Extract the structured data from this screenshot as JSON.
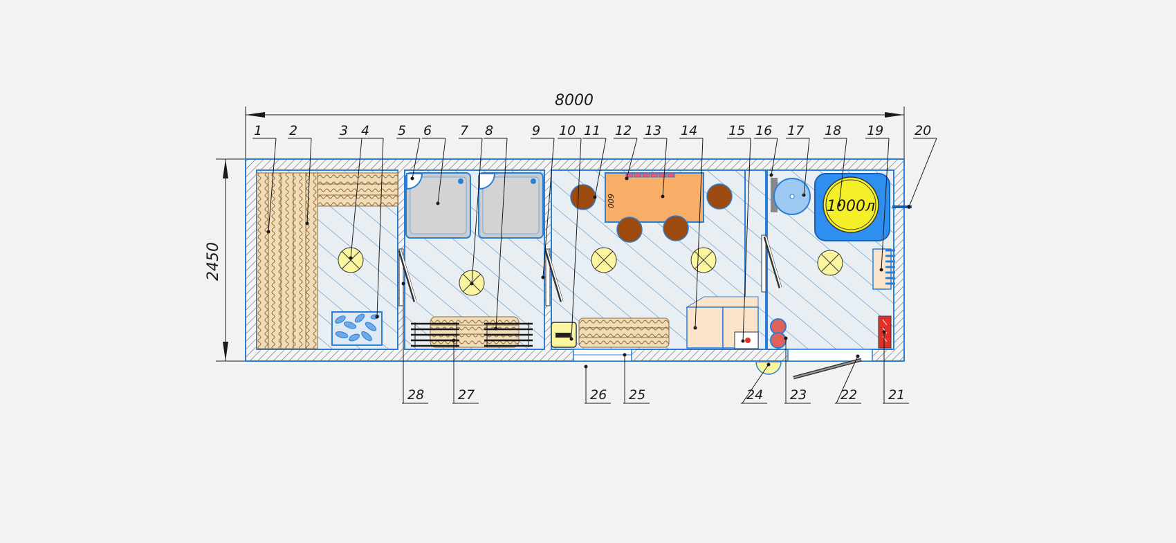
{
  "dimensions": {
    "length": "8000",
    "width": "2450"
  },
  "table_label": "600",
  "tank_label": "1000л",
  "callouts_top": [
    "1",
    "2",
    "3",
    "4",
    "5",
    "6",
    "7",
    "8",
    "9",
    "10",
    "11",
    "12",
    "13",
    "14",
    "15",
    "16",
    "17",
    "18",
    "19",
    "20"
  ],
  "callouts_bottom": [
    "28",
    "27",
    "26",
    "25",
    "24",
    "23",
    "22",
    "21"
  ],
  "colors": {
    "background": "#f2f2f2",
    "wall_outline": "#2a7fd4",
    "floor": "#e9eef3",
    "wood": "#f2dcb8",
    "table": "#f8ae66",
    "chair": "#9c4a10",
    "lamp": "#fbf5a0",
    "tank_blue": "#2f8ff0",
    "tank_yellow": "#f5ef2a",
    "heater_red": "#e0302a"
  }
}
